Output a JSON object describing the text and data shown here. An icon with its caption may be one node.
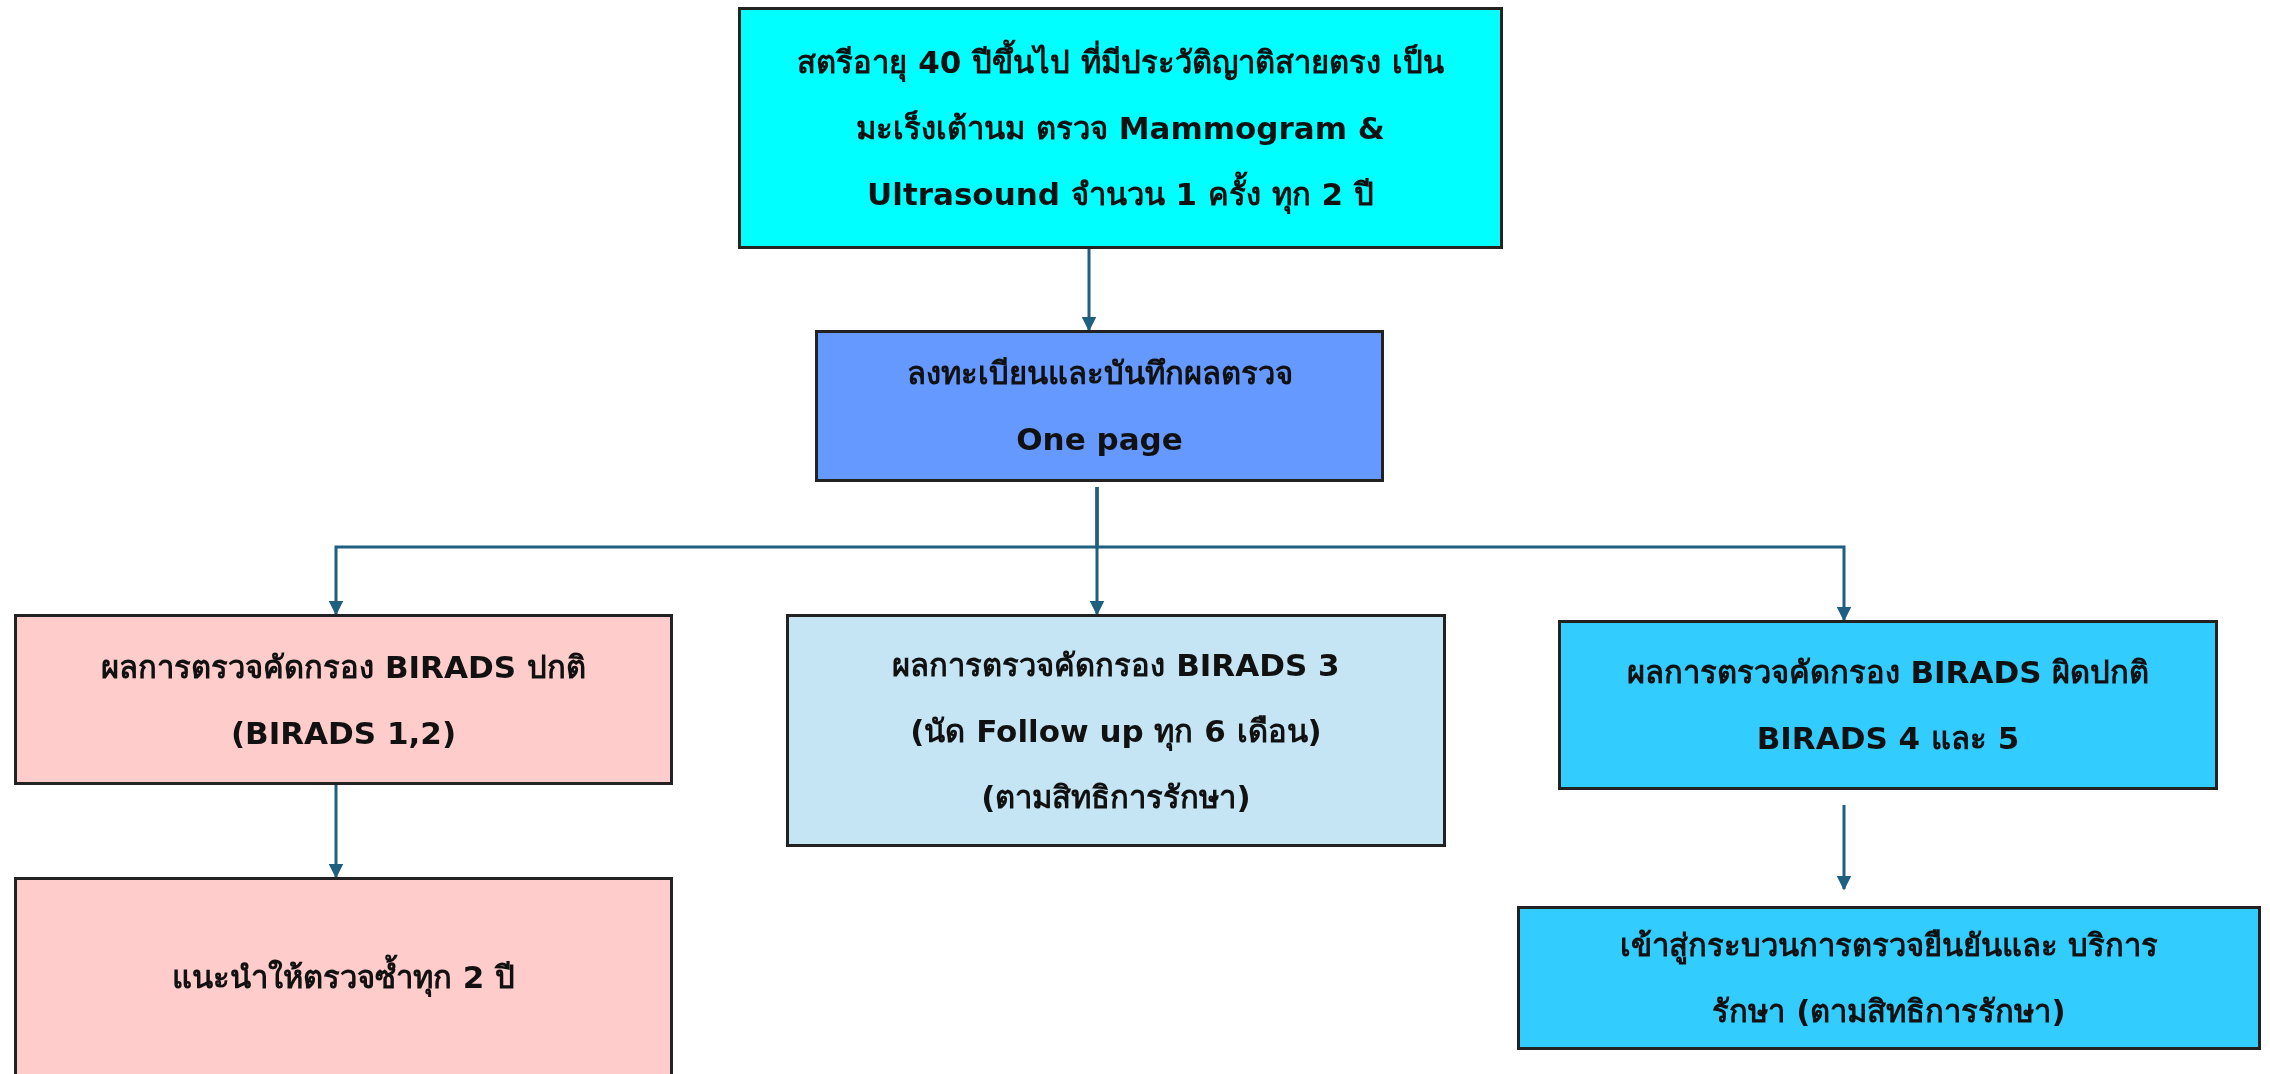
{
  "diagram": {
    "nodes": [
      {
        "text": [
          "สตรีอายุ 40 ปีขึ้นไป ที่มีประวัติญาติสายตรง เป็นมะเร็งเต้านม ตรวจ Mammogram & Ultrasound จำนวน 1 ครั้ง ทุก 2 ปี"
        ]
      },
      {
        "text": [
          "ลงทะเบียนและบันทึกผลตรวจ",
          "One page"
        ]
      },
      {
        "text": [
          "ผลการตรวจคัดกรอง BIRADS ปกติ",
          "(BIRADS 1,2)"
        ]
      },
      {
        "text": [
          "ผลการตรวจคัดกรอง BIRADS 3",
          "(นัด Follow up ทุก 6 เดือน)",
          "(ตามสิทธิการรักษา)"
        ]
      },
      {
        "text": [
          "ผลการตรวจคัดกรอง BIRADS ผิดปกติ",
          "BIRADS 4 และ 5"
        ]
      },
      {
        "text": [
          "แนะนำให้ตรวจซ้ำทุก 2 ปี"
        ]
      },
      {
        "text": [
          "เข้าสู่กระบวนการตรวจยืนยันและ บริการรักษา (ตามสิทธิการรักษา)"
        ]
      }
    ],
    "edges": [
      {
        "from": 0,
        "to": 1,
        "arrow": "to"
      },
      {
        "from": 1,
        "to": 2,
        "arrow": "to"
      },
      {
        "from": 1,
        "to": 3,
        "arrow": "to"
      },
      {
        "from": 1,
        "to": 4,
        "arrow": "to"
      },
      {
        "from": 2,
        "to": 5,
        "arrow": "to"
      },
      {
        "from": 4,
        "to": 6,
        "arrow": "to"
      }
    ]
  }
}
